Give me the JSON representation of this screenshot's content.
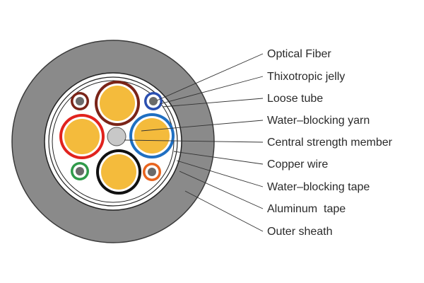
{
  "labels": [
    "Optical Fiber",
    "Thixotropic jelly",
    "Loose tube",
    "Water–blocking yarn",
    "Central strength member",
    "Copper wire",
    "Water–blocking tape",
    "Aluminum  tape",
    "Outer sheath"
  ],
  "colors": {
    "outer_sheath": "#8a8a8a",
    "filler_yellow": "#f4bb3c",
    "core_brown": "#7a2418",
    "core_red": "#e1231e",
    "core_blue": "#1f6fc2",
    "core_black": "#111111",
    "central_member": "#c8c8c8",
    "loose_tube_blue": "#2a4fb0",
    "loose_tube_brown": "#7a2418",
    "loose_tube_green": "#2f9a4a",
    "loose_tube_orange": "#e8641e"
  }
}
